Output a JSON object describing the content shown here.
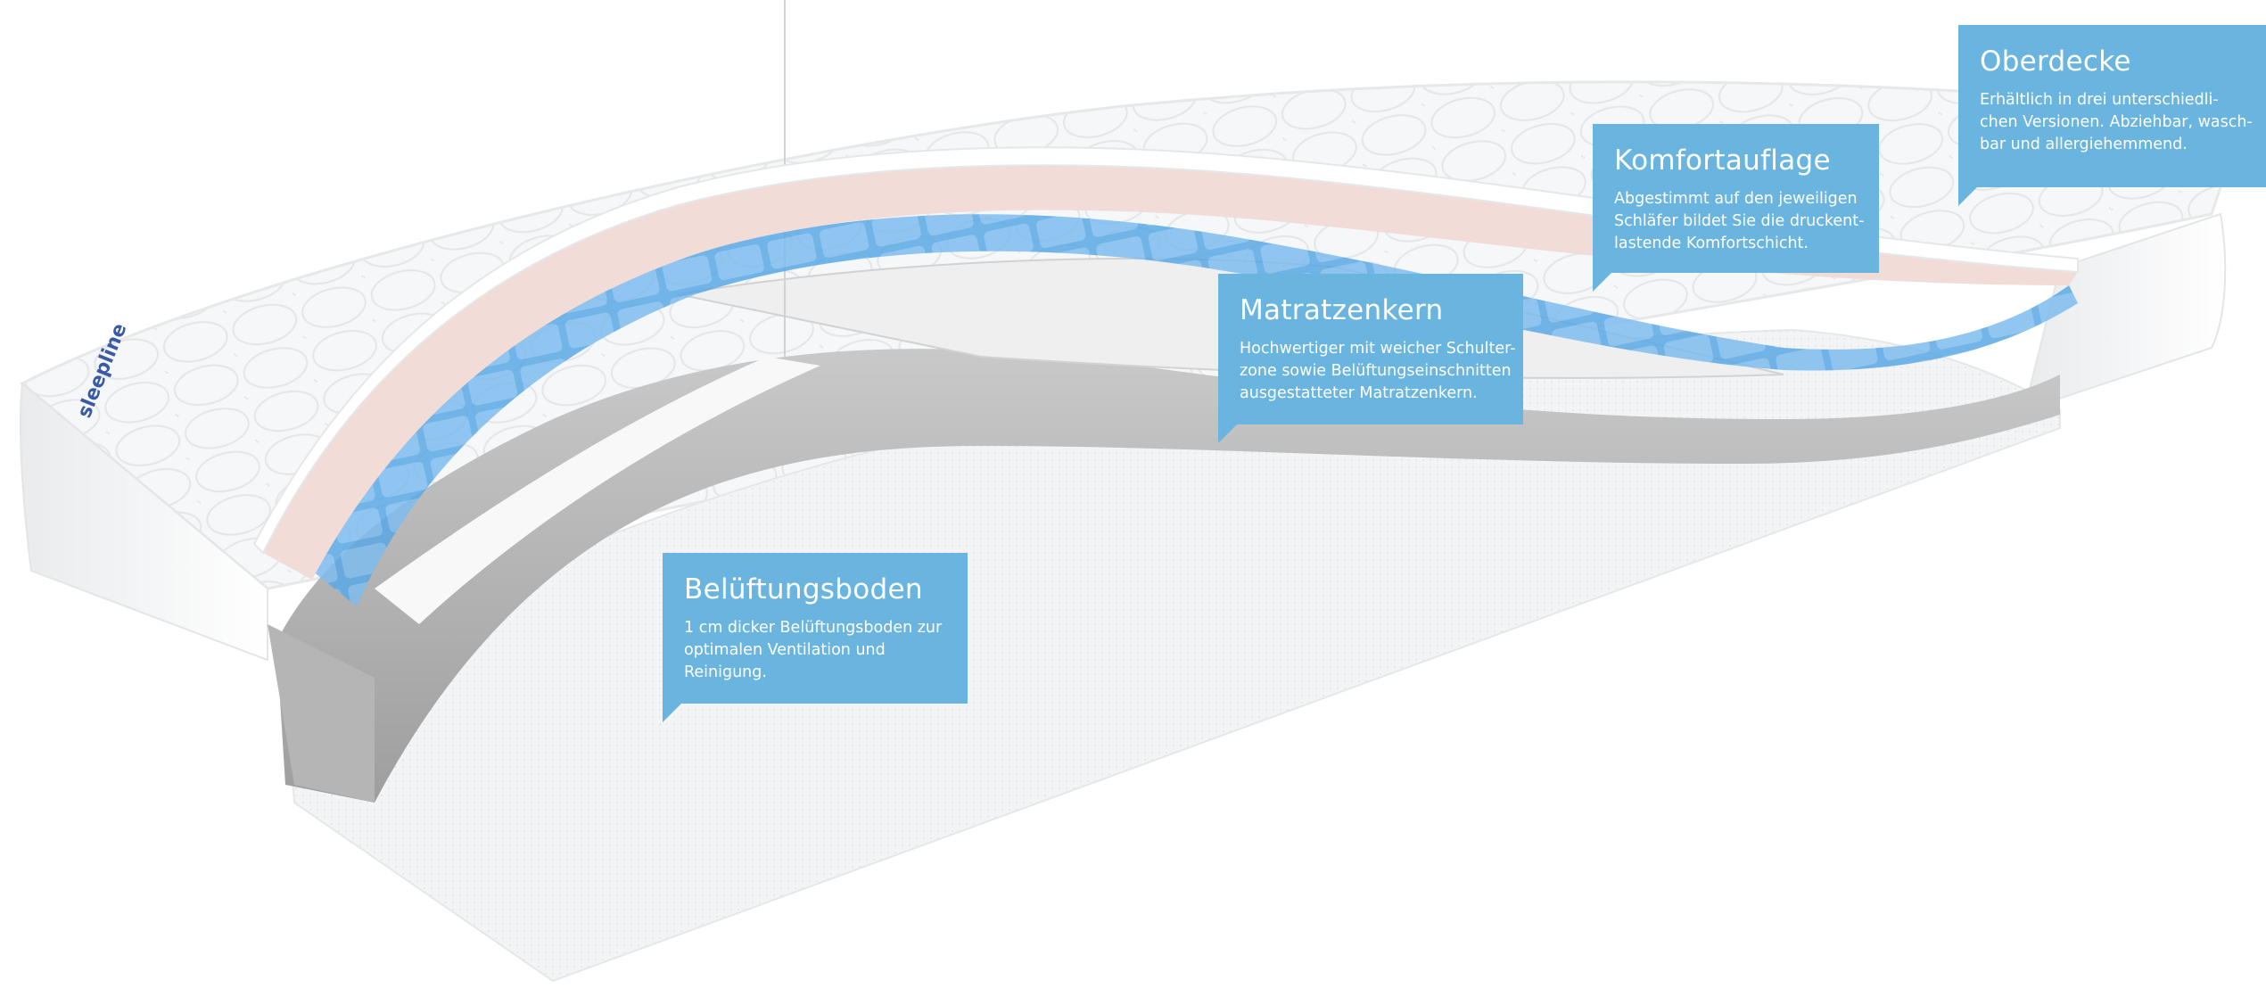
{
  "brand": {
    "label_text": "sleepline"
  },
  "colors": {
    "callout_blue": "#6ab5e0",
    "gel_blue": "#4a9ee0",
    "cover_pink": "#f2dcd8",
    "foam_gray": "#a9a9a9",
    "cover_white": "#f4f5f6"
  },
  "callouts": [
    {
      "id": "oberdecke",
      "title": "Oberdecke",
      "lines": [
        "Erhältlich in drei unterschiedli-",
        "chen Versionen. Abziehbar, wasch-",
        "bar und allergiehemmend."
      ]
    },
    {
      "id": "komfortauflage",
      "title": "Komfortauflage",
      "lines": [
        "Abgestimmt auf den jeweiligen",
        "Schläfer bildet Sie die druckent-",
        "lastende Komfortschicht."
      ]
    },
    {
      "id": "matratzenkern",
      "title": "Matratzenkern",
      "lines": [
        "Hochwertiger mit weicher Schulter-",
        "zone sowie Belüftungseinschnitten",
        "ausgestatteter Matratzenkern."
      ]
    },
    {
      "id": "belueftungsboden",
      "title": "Belüftungsboden",
      "lines": [
        "1 cm dicker Belüftungsboden zur",
        "optimalen Ventilation und",
        "Reinigung."
      ]
    }
  ]
}
